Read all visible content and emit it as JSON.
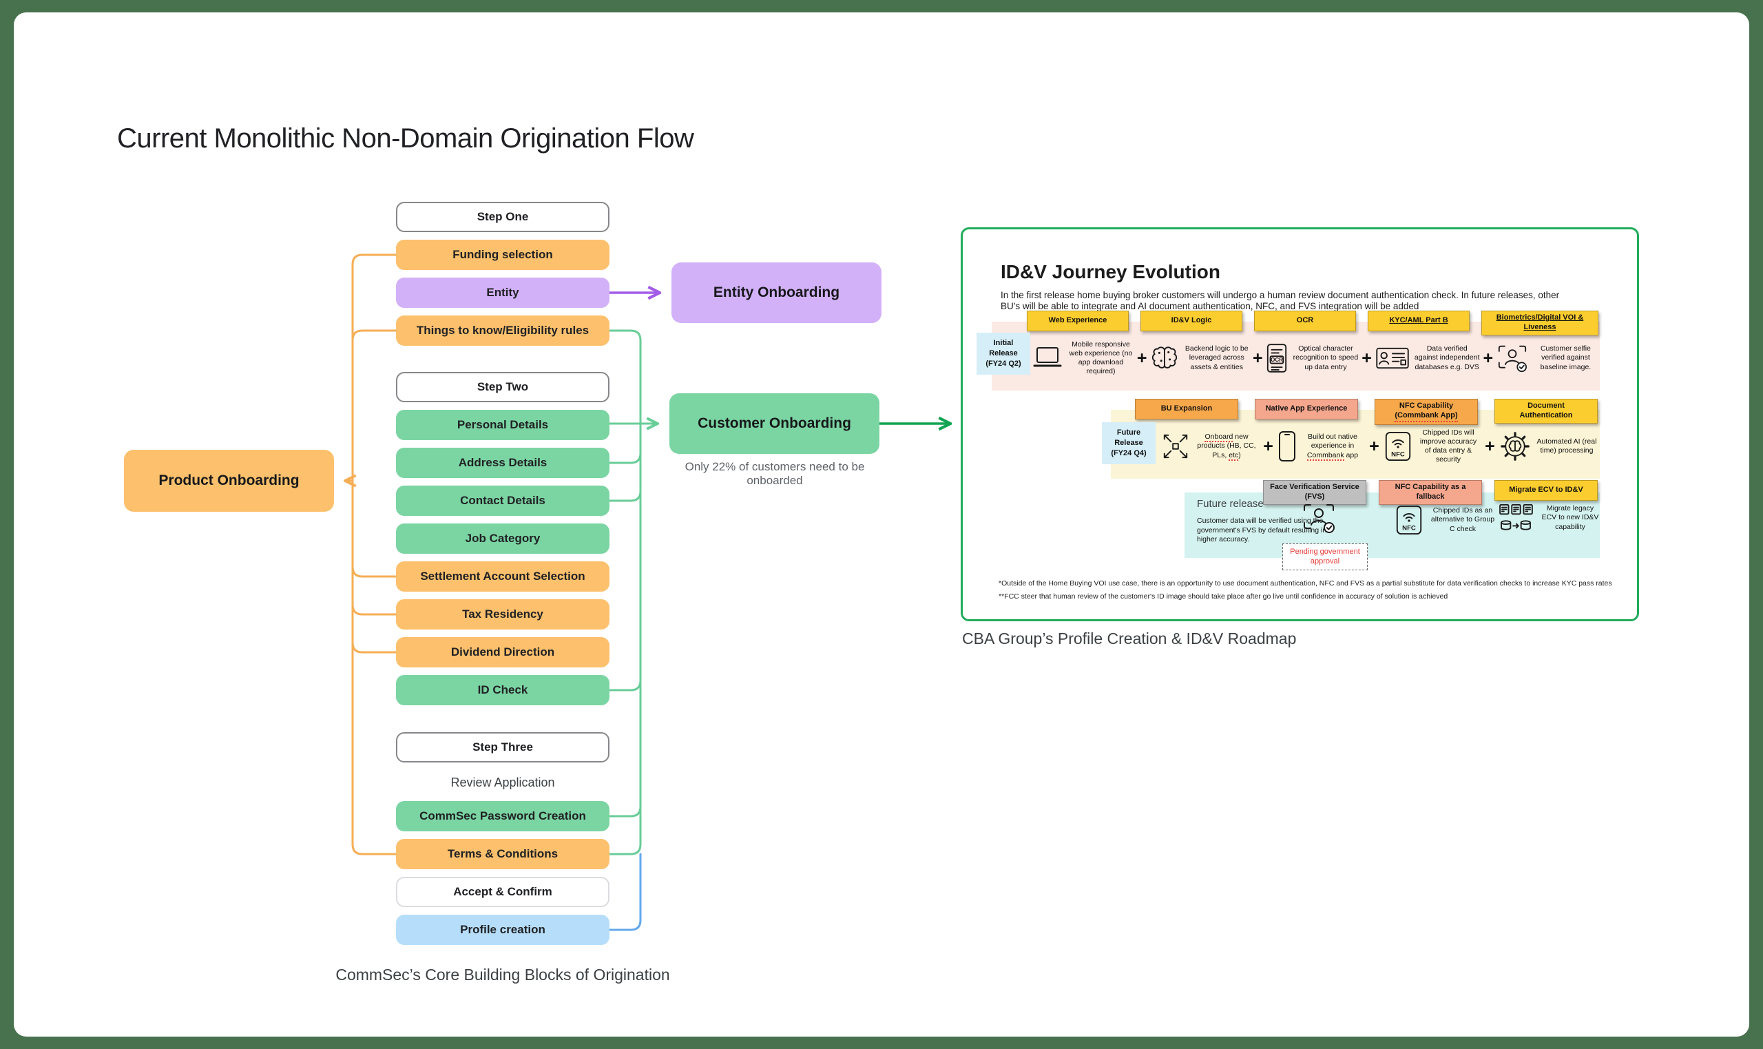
{
  "page": {
    "title": "Current Monolithic Non-Domain Origination Flow",
    "left_caption": "CommSec’s Core Building Blocks of Origination",
    "right_caption": "CBA Group’s Profile Creation & ID&V Roadmap"
  },
  "flow": {
    "boxes": [
      {
        "label": "Step One",
        "type": "step"
      },
      {
        "label": "Funding selection",
        "type": "orange"
      },
      {
        "label": "Entity",
        "type": "purple"
      },
      {
        "label": "Things to know/Eligibility rules",
        "type": "orange"
      },
      {
        "label": "Step Two",
        "type": "step"
      },
      {
        "label": "Personal Details",
        "type": "green"
      },
      {
        "label": "Address Details",
        "type": "green"
      },
      {
        "label": "Contact Details",
        "type": "green"
      },
      {
        "label": "Job Category",
        "type": "green"
      },
      {
        "label": "Settlement Account Selection",
        "type": "orange"
      },
      {
        "label": "Tax Residency",
        "type": "orange"
      },
      {
        "label": "Dividend Direction",
        "type": "orange"
      },
      {
        "label": "ID Check",
        "type": "green"
      },
      {
        "label": "Step Three",
        "type": "step"
      },
      {
        "label": "Review Application",
        "type": "text"
      },
      {
        "label": "CommSec Password Creation",
        "type": "green"
      },
      {
        "label": "Terms & Conditions",
        "type": "orange"
      },
      {
        "label": "Accept & Confirm",
        "type": "outline"
      },
      {
        "label": "Profile creation",
        "type": "blue"
      }
    ],
    "product_onboarding": "Product Onboarding",
    "entity_onboarding": "Entity Onboarding",
    "customer_onboarding": "Customer Onboarding",
    "customer_note": "Only 22% of customers need to be onboarded"
  },
  "panel": {
    "title": "ID&V Journey Evolution",
    "subtitle": "In the first release home buying broker customers will undergo a human review document authentication check. In future releases, other BU's will be able to integrate and AI document authentication, NFC, and FVS integration will be added",
    "plus": "+",
    "icon_text": {
      "ocr": "OCR",
      "nfc": "NFC"
    },
    "row1": {
      "release": "Initial Release (FY24 Q2)",
      "tags": [
        {
          "parts": [
            {
              "t": "Web Experience",
              "c": ""
            }
          ]
        },
        {
          "parts": [
            {
              "t": "ID&V Logic",
              "c": ""
            }
          ]
        },
        {
          "parts": [
            {
              "t": "OCR",
              "c": ""
            }
          ]
        },
        {
          "parts": [
            {
              "t": "KYC/AML Part B",
              "c": "ul"
            }
          ]
        },
        {
          "parts": [
            {
              "t": "Biometrics/Digital VOI & Liveness",
              "c": "ul"
            }
          ]
        }
      ],
      "items": [
        {
          "icon": "laptop-icon",
          "caption": "Mobile responsive web experience (no app download required)"
        },
        {
          "icon": "brain-icon",
          "caption": "Backend logic to be leveraged across assets & entities"
        },
        {
          "icon": "ocr-document-icon",
          "caption": "Optical character recognition to speed up data entry"
        },
        {
          "icon": "id-card-icon",
          "caption": "Data verified against independent databases e.g. DVS"
        },
        {
          "icon": "selfie-verification-icon",
          "caption": "Customer selfie verified against baseline image."
        }
      ]
    },
    "row2": {
      "release": "Future Release (FY24 Q4)",
      "tags": [
        {
          "parts": [
            {
              "t": "BU Expansion",
              "c": ""
            }
          ]
        },
        {
          "parts": [
            {
              "t": "Native App Experience",
              "c": ""
            }
          ]
        },
        {
          "parts": [
            {
              "t": "NFC Capability ",
              "c": ""
            },
            {
              "t": "(Commbank App)",
              "c": "sp"
            }
          ]
        },
        {
          "parts": [
            {
              "t": "Document Authentication",
              "c": ""
            }
          ]
        }
      ],
      "items": [
        {
          "icon": "expand-arrows-icon",
          "caption_parts": [
            {
              "t": "Onboard",
              "c": "sp"
            },
            {
              "t": " new products (HB, CC, PLs, ",
              "c": ""
            },
            {
              "t": "etc",
              "c": "sp"
            },
            {
              "t": ")",
              "c": ""
            }
          ]
        },
        {
          "icon": "phone-icon",
          "caption_parts": [
            {
              "t": "Build out native experience in ",
              "c": ""
            },
            {
              "t": "Commbank",
              "c": "sp"
            },
            {
              "t": " app",
              "c": ""
            }
          ]
        },
        {
          "icon": "nfc-icon",
          "caption_parts": [
            {
              "t": "Chipped IDs will improve accuracy of data entry & security",
              "c": ""
            }
          ]
        },
        {
          "icon": "ai-gear-icon",
          "caption_parts": [
            {
              "t": "Automated AI (real time) processing",
              "c": ""
            }
          ]
        }
      ]
    },
    "row3": {
      "heading": "Future release",
      "body": "Customer data will be verified using the government's FVS by default resulting in higher accuracy.",
      "tags": [
        {
          "parts": [
            {
              "t": "Face Verification Service (FVS)",
              "c": ""
            }
          ]
        },
        {
          "parts": [
            {
              "t": "NFC Capability as a fallback",
              "c": ""
            }
          ]
        },
        {
          "parts": [
            {
              "t": "Migrate ECV to ID&V",
              "c": ""
            }
          ]
        }
      ],
      "pending": "Pending government approval",
      "items": [
        {
          "icon": "face-verification-icon",
          "caption": ""
        },
        {
          "icon": "nfc-icon",
          "caption": "Chipped IDs as an alternative to Group C check"
        },
        {
          "icon": "database-migration-icon",
          "caption": "Migrate legacy ECV to new ID&V capability"
        }
      ]
    },
    "footnotes": [
      "*Outside of the Home Buying VOI use case, there is an opportunity to use document authentication, NFC and FVS as a partial substitute for data verification checks to increase KYC pass rates",
      "**FCC steer that human review of the customer's ID image should take place after go live until confidence in accuracy of solution is achieved"
    ]
  },
  "colors": {
    "background": "#48724E",
    "orange": "#FDC06C",
    "green": "#7BD5A3",
    "purple": "#D2B1F9",
    "blue": "#B6DEFA",
    "panel_border": "#20AC5C",
    "line_orange": "#F6AE55",
    "line_green": "#69CD98",
    "line_purple": "#A35CE8",
    "line_dark_green": "#12A452",
    "line_blue": "#64A8EC",
    "line_gray": "#ACACAC",
    "tag_yellow": "#FCCD2F",
    "tag_orange": "#F7A84B",
    "tag_salmon": "#F5A78E",
    "tag_gray": "#BFBFBF",
    "band_pink": "#FBE9E3",
    "band_yellow": "#FCF4D6",
    "band_cyan": "#D4F2EF",
    "release_blue": "#D5EEF8",
    "pending_red": "#E53935"
  }
}
